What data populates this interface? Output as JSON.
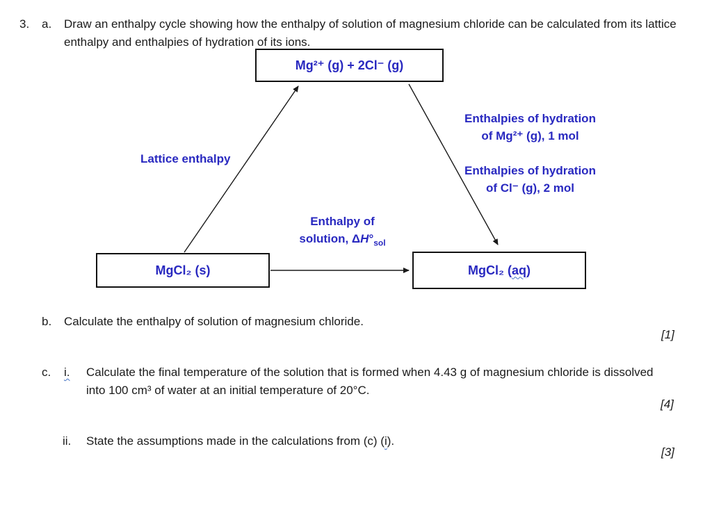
{
  "question": {
    "number": "3.",
    "part_a": {
      "label": "a.",
      "text": "Draw an enthalpy cycle showing how the enthalpy of solution of magnesium chloride can be calculated from its lattice enthalpy and enthalpies of hydration of its ions."
    },
    "part_b": {
      "label": "b.",
      "text": "Calculate the enthalpy of solution of magnesium chloride.",
      "marks": "[1]"
    },
    "part_c": {
      "label": "c.",
      "sub_i": {
        "label": "i.",
        "text": "Calculate the final temperature of the solution that is formed when 4.43 g of magnesium chloride is dissolved into 100 cm³ of water at an initial temperature of 20°C.",
        "marks": "[4]"
      },
      "sub_ii": {
        "label": "ii.",
        "text_prefix": "State the assumptions made in the calculations from (c) (",
        "text_squiggle": "i",
        "text_suffix": ").",
        "marks": "[3]"
      }
    }
  },
  "diagram": {
    "top_box": "Mg²⁺ (g) + 2Cl⁻ (g)",
    "left_box": "MgCl₂ (s)",
    "right_box_prefix": "MgCl₂ (",
    "right_box_squiggle": "aq",
    "right_box_suffix": ")",
    "lattice_label": "Lattice enthalpy",
    "hydration_mg_line1": "Enthalpies of hydration",
    "hydration_mg_line2": "of Mg²⁺ (g), 1 mol",
    "hydration_cl_line1": "Enthalpies of hydration",
    "hydration_cl_line2": "of Cl⁻ (g), 2 mol",
    "solution_line1": "Enthalpy of",
    "solution_line2_prefix": "solution, Δ",
    "solution_line2_H": "H",
    "solution_line2_degree": "°",
    "solution_line2_sub": "sol",
    "colors": {
      "label_blue": "#2929c0",
      "squiggle_blue": "#4472c4",
      "arrow_black": "#1a1a1a"
    }
  }
}
